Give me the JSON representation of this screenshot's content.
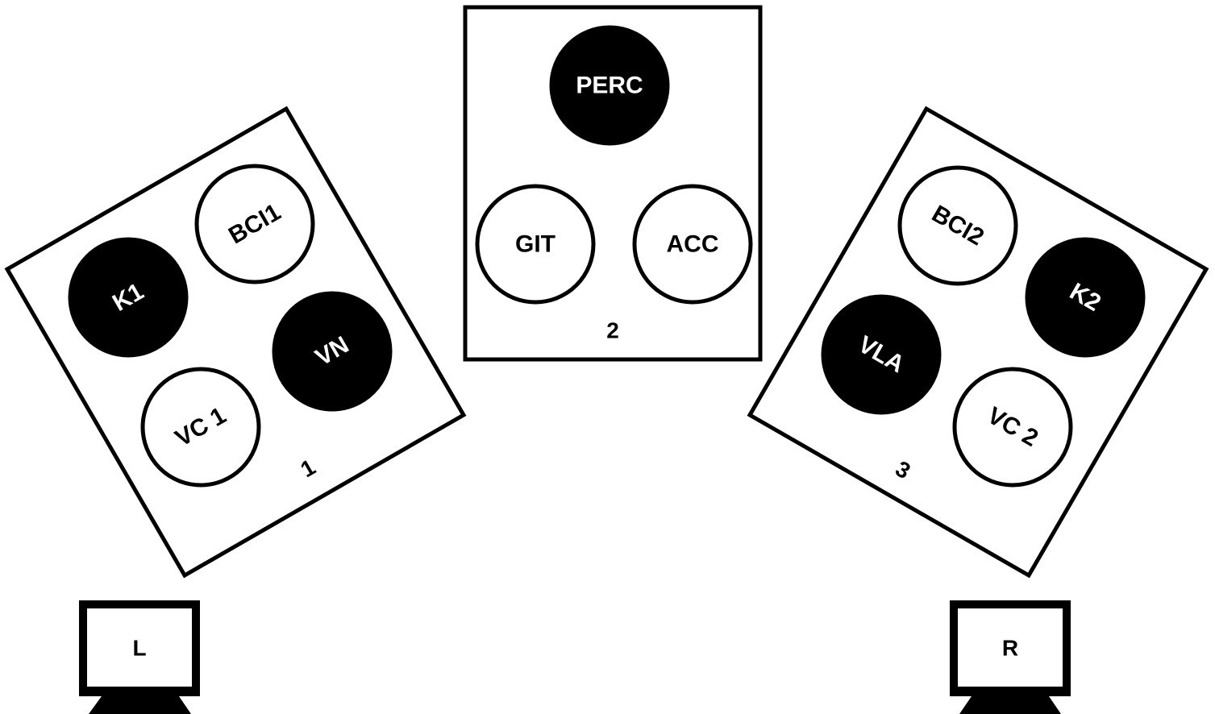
{
  "colors": {
    "stroke": "#000000",
    "dark_fill": "#000000",
    "light_fill": "#ffffff"
  },
  "groups": [
    {
      "number": "1",
      "nodes": [
        {
          "label": "K1",
          "style": "dark"
        },
        {
          "label": "BCI1",
          "style": "light"
        },
        {
          "label": "VC 1",
          "style": "light"
        },
        {
          "label": "VN",
          "style": "dark"
        }
      ]
    },
    {
      "number": "2",
      "nodes": [
        {
          "label": "PERC",
          "style": "dark"
        },
        {
          "label": "GIT",
          "style": "light"
        },
        {
          "label": "ACC",
          "style": "light"
        }
      ]
    },
    {
      "number": "3",
      "nodes": [
        {
          "label": "BCI2",
          "style": "light"
        },
        {
          "label": "K2",
          "style": "dark"
        },
        {
          "label": "VLA",
          "style": "dark"
        },
        {
          "label": "VC 2",
          "style": "light"
        }
      ]
    }
  ],
  "monitors": [
    {
      "label": "L"
    },
    {
      "label": "R"
    }
  ]
}
